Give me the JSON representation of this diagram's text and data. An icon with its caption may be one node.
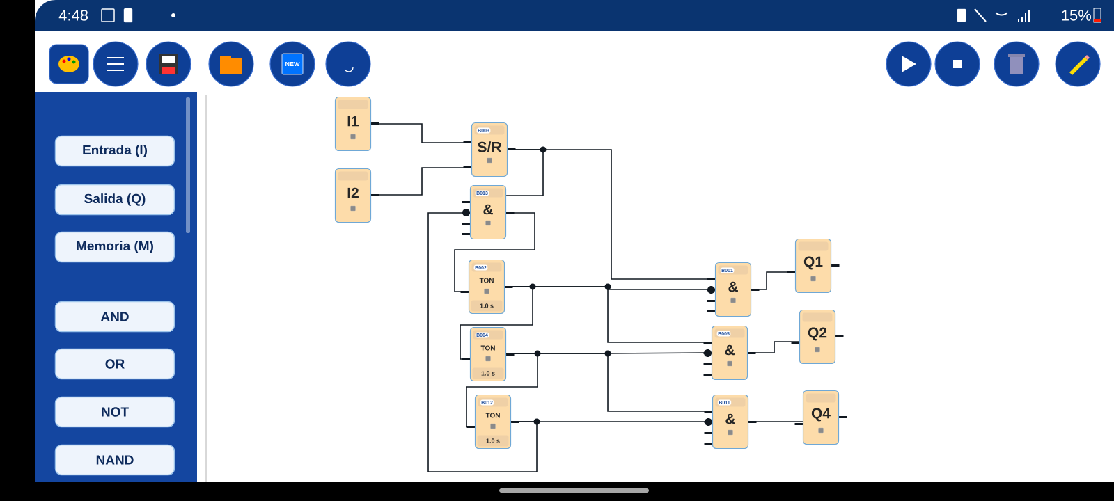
{
  "diagram": {
    "nodes": [
      {
        "text": [
          "I1"
        ]
      },
      {
        "text": [
          "I2"
        ]
      },
      {
        "text": [
          "B003",
          "S/R"
        ]
      },
      {
        "text": [
          "B013",
          "&"
        ]
      },
      {
        "text": [
          "B002",
          "TON",
          "1.0 s"
        ]
      },
      {
        "text": [
          "B004",
          "TON",
          "1.0 s"
        ]
      },
      {
        "text": [
          "B012",
          "TON",
          "1.0 s"
        ]
      },
      {
        "text": [
          "B001",
          "&"
        ]
      },
      {
        "text": [
          "Q1"
        ]
      },
      {
        "text": [
          "B005",
          "&"
        ]
      },
      {
        "text": [
          "Q2"
        ]
      },
      {
        "text": [
          "B011",
          "&"
        ]
      },
      {
        "text": [
          "Q4"
        ]
      },
      {
        "text": [
          "Entrada (I)"
        ]
      },
      {
        "text": [
          "Salida (Q)"
        ]
      },
      {
        "text": [
          "Memoria (M)"
        ]
      },
      {
        "text": [
          "AND"
        ]
      },
      {
        "text": [
          "OR"
        ]
      },
      {
        "text": [
          "NOT"
        ]
      },
      {
        "text": [
          "NAND"
        ]
      }
    ],
    "edges": [
      {
        "from": 0,
        "to": 2,
        "arrow": "none"
      },
      {
        "from": 1,
        "to": 2,
        "arrow": "none"
      },
      {
        "from": 2,
        "to": 7,
        "arrow": "none"
      },
      {
        "from": 2,
        "to": 3,
        "arrow": "none"
      },
      {
        "from": 6,
        "to": 3,
        "arrow": "none"
      },
      {
        "from": 3,
        "to": 4,
        "arrow": "none"
      },
      {
        "from": 4,
        "to": 5,
        "arrow": "none"
      },
      {
        "from": 4,
        "to": 7,
        "arrow": "none"
      },
      {
        "from": 4,
        "to": 9,
        "arrow": "none"
      },
      {
        "from": 5,
        "to": 6,
        "arrow": "none"
      },
      {
        "from": 5,
        "to": 9,
        "arrow": "none"
      },
      {
        "from": 5,
        "to": 11,
        "arrow": "none"
      },
      {
        "from": 6,
        "to": 11,
        "arrow": "none"
      },
      {
        "from": 7,
        "to": 8,
        "arrow": "none"
      },
      {
        "from": 9,
        "to": 10,
        "arrow": "none"
      },
      {
        "from": 11,
        "to": 12,
        "arrow": "none"
      }
    ],
    "labels": [
      "4:48",
      "15%",
      "NEW"
    ]
  }
}
